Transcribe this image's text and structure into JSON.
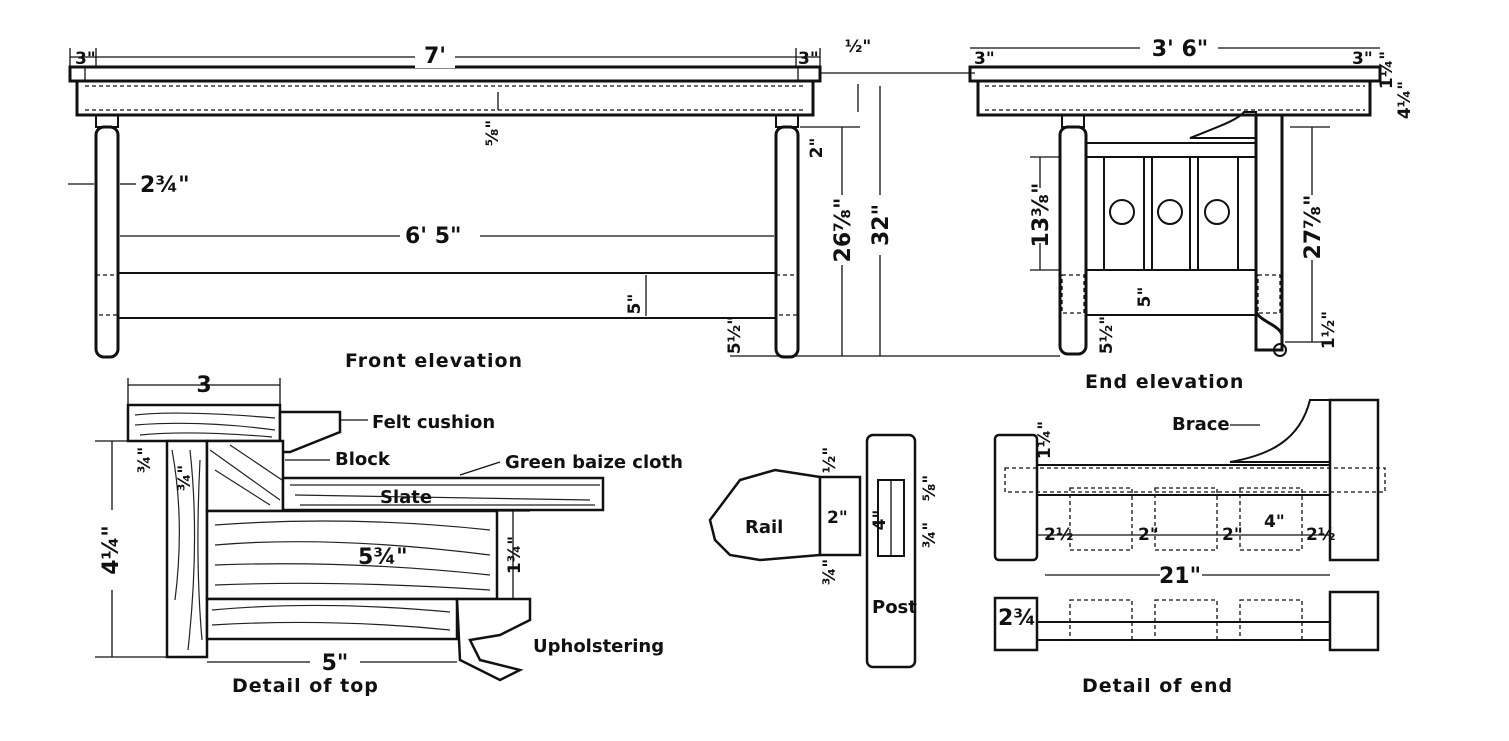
{
  "front_elevation": {
    "caption": "Front elevation",
    "dims": {
      "overall_length": "7'",
      "overhang_left": "3\"",
      "overhang_right": "3\"",
      "leg_width": "2¾\"",
      "rail_span": "6' 5\"",
      "rail_height": "5\"",
      "rail_gap": "2\"",
      "floor_gap": "5½\"",
      "leg_height": "26⅞\"",
      "total_height": "32\"",
      "top_thickness": "½\"",
      "frame_depth": "⅝\""
    }
  },
  "end_elevation": {
    "caption": "End elevation",
    "dims": {
      "overall_width": "3' 6\"",
      "overhang_left": "3\"",
      "overhang_right": "3\"",
      "top_thickness": "1¼\"",
      "frame_depth": "4¼\"",
      "panel_height": "13⅜\"",
      "rail_height": "5\"",
      "floor_gap": "5½\"",
      "leg_height": "27⅞\"",
      "foot_height": "1½\""
    }
  },
  "detail_top": {
    "caption": "Detail of top",
    "labels": {
      "felt_cushion": "Felt cushion",
      "block": "Block",
      "green_baize_cloth": "Green baize cloth",
      "slate": "Slate",
      "upholstering": "Upholstering"
    },
    "dims": {
      "width_3": "3",
      "height_4_1_4": "4¼\"",
      "d_3_4_a": "¾\"",
      "d_3_4_b": "¾\"",
      "frame_5_3_4": "5¾\"",
      "bottom_5": "5\"",
      "side_1_3_4": "1¾\""
    }
  },
  "rail_post": {
    "rail_label": "Rail",
    "post_label": "Post",
    "rail_dim": "2\"",
    "tenon_dim": "4\"",
    "d_top": "½\"",
    "d_bottom": "¾\"",
    "d_right_top": "⅝\"",
    "d_right_bottom": "¾\""
  },
  "detail_end": {
    "caption": "Detail of end",
    "brace_label": "Brace",
    "dims": {
      "top": "1¼\"",
      "spacing_a": "2½",
      "spacing_b": "2\"",
      "spacing_c": "2\"",
      "spacing_d": "4\"",
      "spacing_e": "2½",
      "total": "21\"",
      "post": "2¾"
    }
  }
}
